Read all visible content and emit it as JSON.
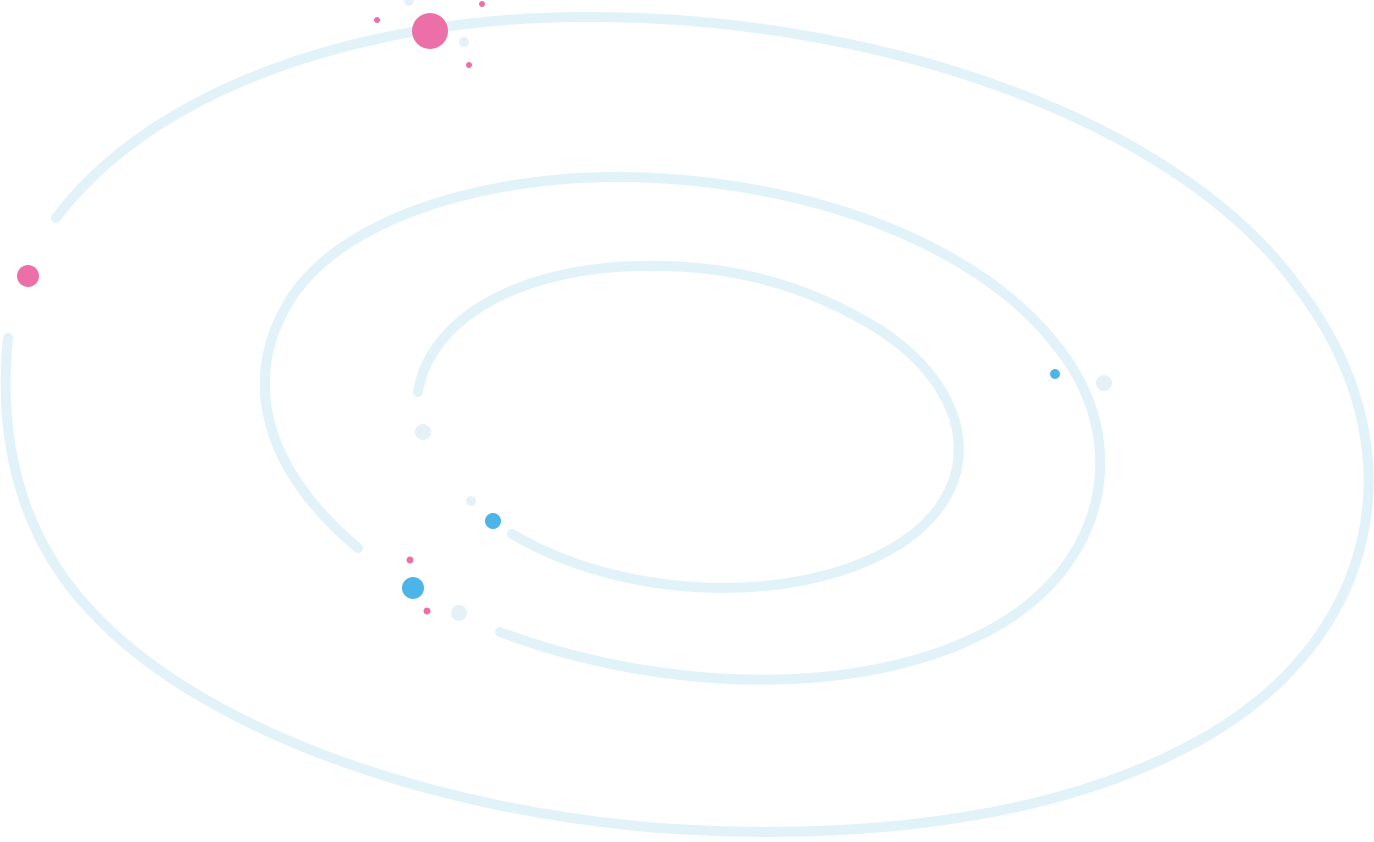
{
  "illustration": {
    "kind": "decorative-orbits",
    "colors": {
      "orbit": "#e2f2f9",
      "pink": "#ec6fa8",
      "blue": "#4cb4e8",
      "pale": "#e6f1f7"
    },
    "orbits": [
      "outer-orbit",
      "middle-orbit",
      "inner-orbit"
    ],
    "planets": [
      {
        "name": "large-pink-planet",
        "color": "pink"
      },
      {
        "name": "pink-planet-left",
        "color": "pink"
      },
      {
        "name": "blue-planet-center",
        "color": "blue"
      },
      {
        "name": "blue-planet-small",
        "color": "blue"
      },
      {
        "name": "blue-planet-right",
        "color": "blue"
      }
    ]
  }
}
